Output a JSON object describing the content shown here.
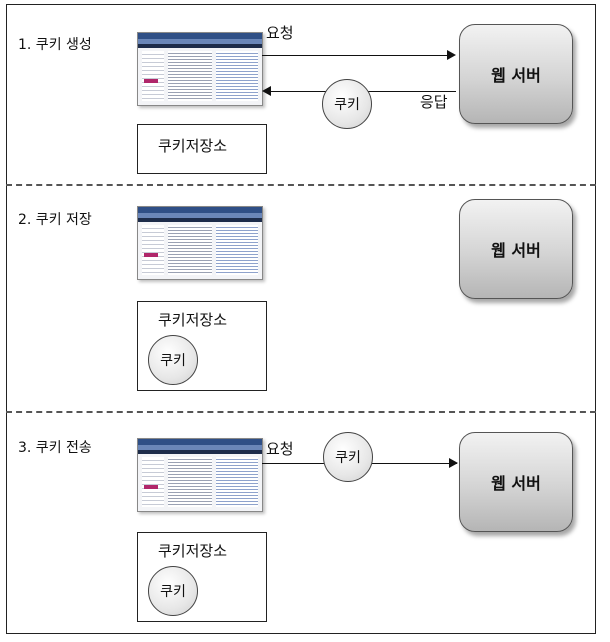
{
  "steps": [
    {
      "label": "1. 쿠키 생성",
      "request": "요청",
      "response": "응답",
      "cookie": "쿠키",
      "storage": "쿠키저장소",
      "server": "웹 서버"
    },
    {
      "label": "2. 쿠키 저장",
      "cookie": "쿠키",
      "storage": "쿠키저장소",
      "server": "웹 서버"
    },
    {
      "label": "3. 쿠키 전송",
      "request": "요청",
      "cookie": "쿠키",
      "cookie_stored": "쿠키",
      "storage": "쿠키저장소",
      "server": "웹 서버"
    }
  ]
}
